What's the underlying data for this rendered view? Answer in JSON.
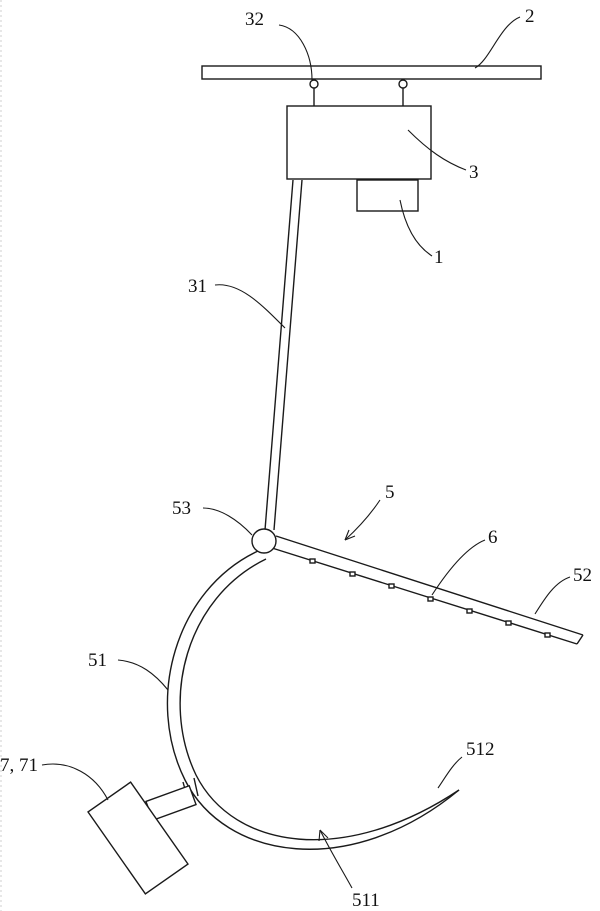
{
  "figure": {
    "labels": {
      "l2": "2",
      "l32": "32",
      "l3": "3",
      "l1": "1",
      "l31": "31",
      "l5": "5",
      "l53": "53",
      "l6": "6",
      "l52": "52",
      "l51": "51",
      "l512": "512",
      "l771": "7, 71",
      "l511": "511"
    }
  }
}
